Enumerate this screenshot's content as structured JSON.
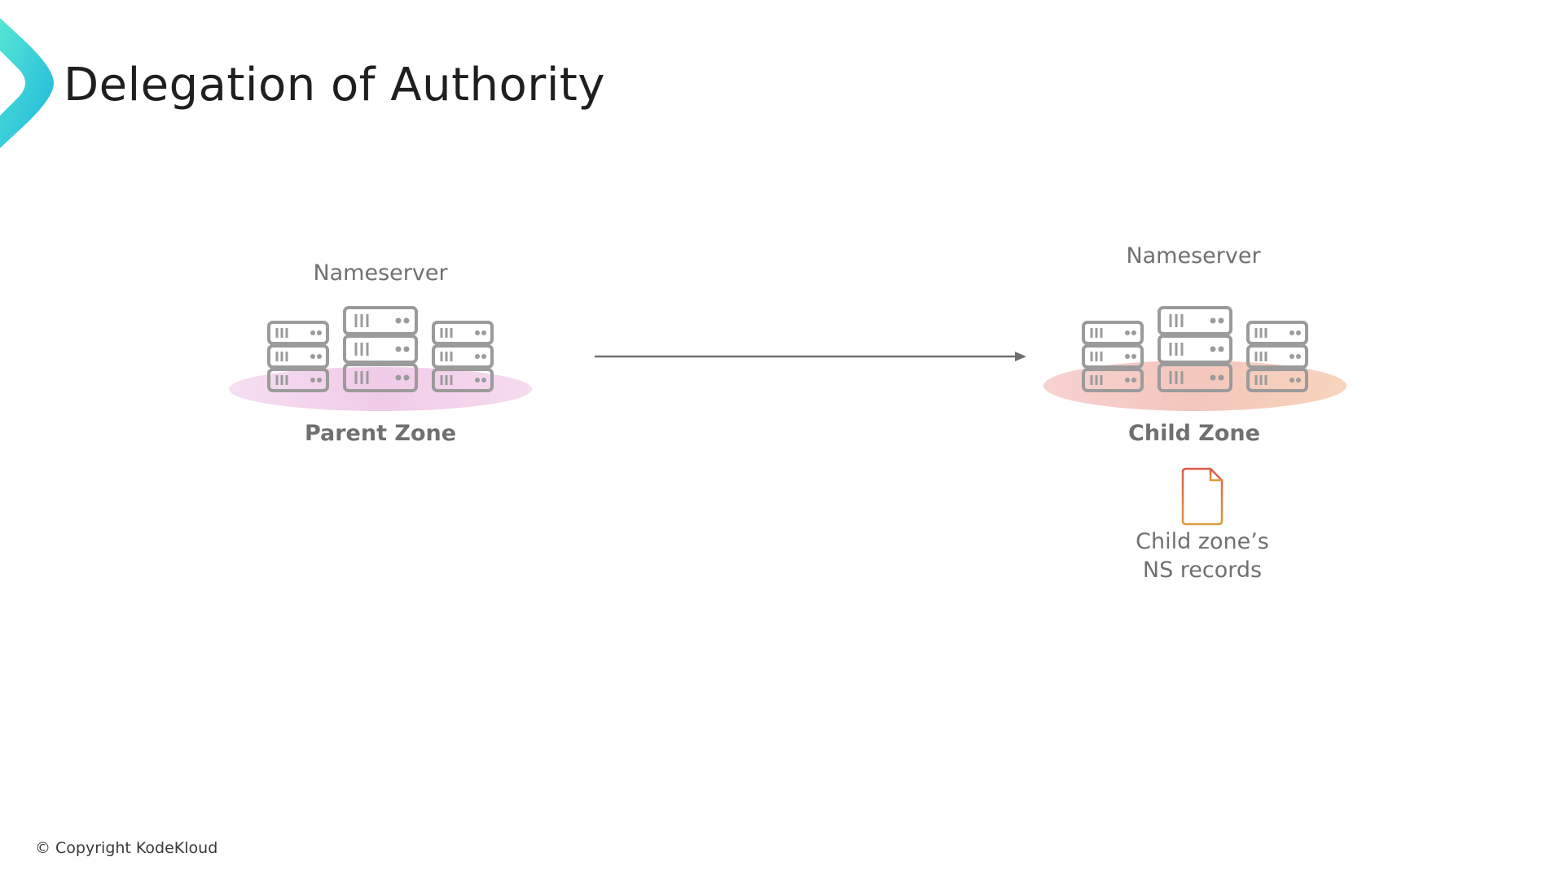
{
  "slide": {
    "title": "Delegation of Authority",
    "copyright": "© Copyright KodeKloud",
    "brand_colors": {
      "chevron_start": "#4fe3d3",
      "chevron_end": "#1fb8dc"
    }
  },
  "diagram": {
    "parent": {
      "server_label": "Nameserver",
      "zone_label": "Parent Zone",
      "glow_color": "#f3d2ec",
      "icon": "server-rack-icon"
    },
    "child": {
      "server_label": "Nameserver",
      "zone_label": "Child Zone",
      "glow_color": "#f8cfc4",
      "icon": "server-rack-icon"
    },
    "arrow": {
      "direction": "parent-to-child",
      "color": "#6e6e6e"
    },
    "records": {
      "line1": "Child zone’s",
      "line2": "NS records",
      "icon": "document-icon",
      "icon_color": "#d9683a"
    }
  }
}
